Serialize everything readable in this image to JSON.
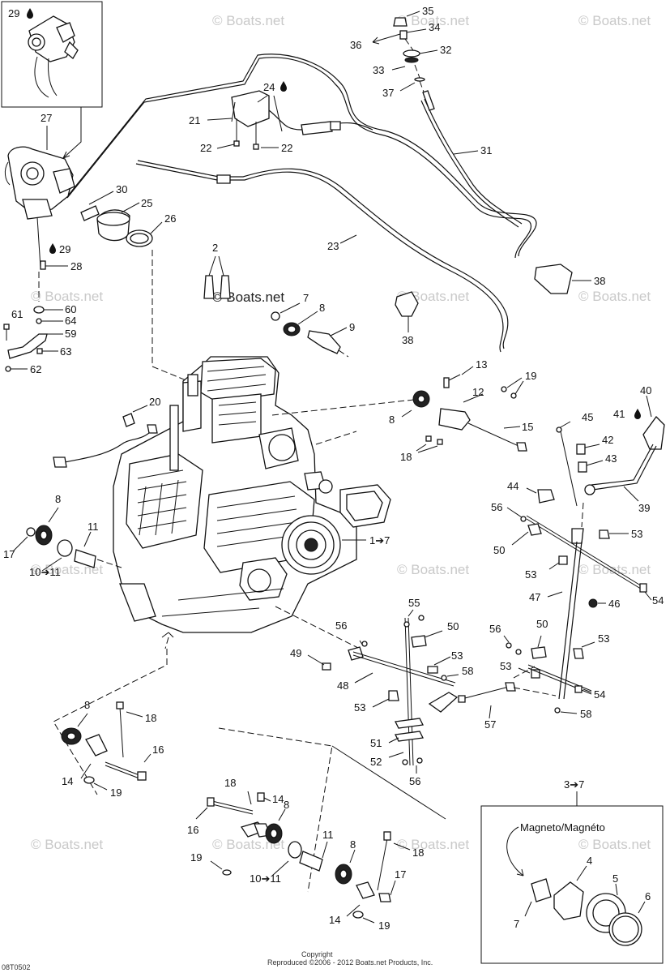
{
  "watermark": "© Boats.net",
  "watermark_center": "© Boats.net",
  "callouts": {
    "c1_7": "1➔7",
    "c2": "2",
    "c3_7": "3➔7",
    "c4": "4",
    "c5": "5",
    "c6": "6",
    "c7": "7",
    "c7b": "7",
    "c8a": "8",
    "c8b": "8",
    "c8c": "8",
    "c8d": "8",
    "c8e": "8",
    "c8f": "8",
    "c9": "9",
    "c10_11a": "10➔11",
    "c10_11b": "10➔11",
    "c11a": "11",
    "c11b": "11",
    "c12": "12",
    "c13": "13",
    "c14a": "14",
    "c14b": "14",
    "c14c": "14",
    "c15": "15",
    "c16a": "16",
    "c16b": "16",
    "c17a": "17",
    "c17b": "17",
    "c18a": "18",
    "c18b": "18",
    "c18c": "18",
    "c18d": "18",
    "c19a": "19",
    "c19b": "19",
    "c19c": "19",
    "c19d": "19",
    "c20": "20",
    "c21": "21",
    "c22a": "22",
    "c22b": "22",
    "c23": "23",
    "c24": "24",
    "c25": "25",
    "c26": "26",
    "c27": "27",
    "c28": "28",
    "c29a": "29",
    "c29b": "29",
    "c30": "30",
    "c31": "31",
    "c32": "32",
    "c33": "33",
    "c34": "34",
    "c35": "35",
    "c36": "36",
    "c37": "37",
    "c38a": "38",
    "c38b": "38",
    "c39": "39",
    "c40": "40",
    "c41": "41",
    "c42": "42",
    "c43": "43",
    "c44": "44",
    "c45": "45",
    "c46": "46",
    "c47": "47",
    "c48": "48",
    "c49": "49",
    "c50a": "50",
    "c50b": "50",
    "c50c": "50",
    "c51": "51",
    "c52": "52",
    "c53a": "53",
    "c53b": "53",
    "c53c": "53",
    "c53d": "53",
    "c53e": "53",
    "c53f": "53",
    "c54a": "54",
    "c54b": "54",
    "c55": "55",
    "c56a": "56",
    "c56b": "56",
    "c56c": "56",
    "c56d": "56",
    "c57": "57",
    "c58a": "58",
    "c58b": "58",
    "c59": "59",
    "c60": "60",
    "c61": "61",
    "c62": "62",
    "c63": "63",
    "c64": "64"
  },
  "magneto_label": "Magneto/Magnéto",
  "diagram_code": "08T0502",
  "copyright_line1": "Copyright",
  "copyright_line2": "Reproduced ©2006 - 2012 Boats.net Products, Inc."
}
